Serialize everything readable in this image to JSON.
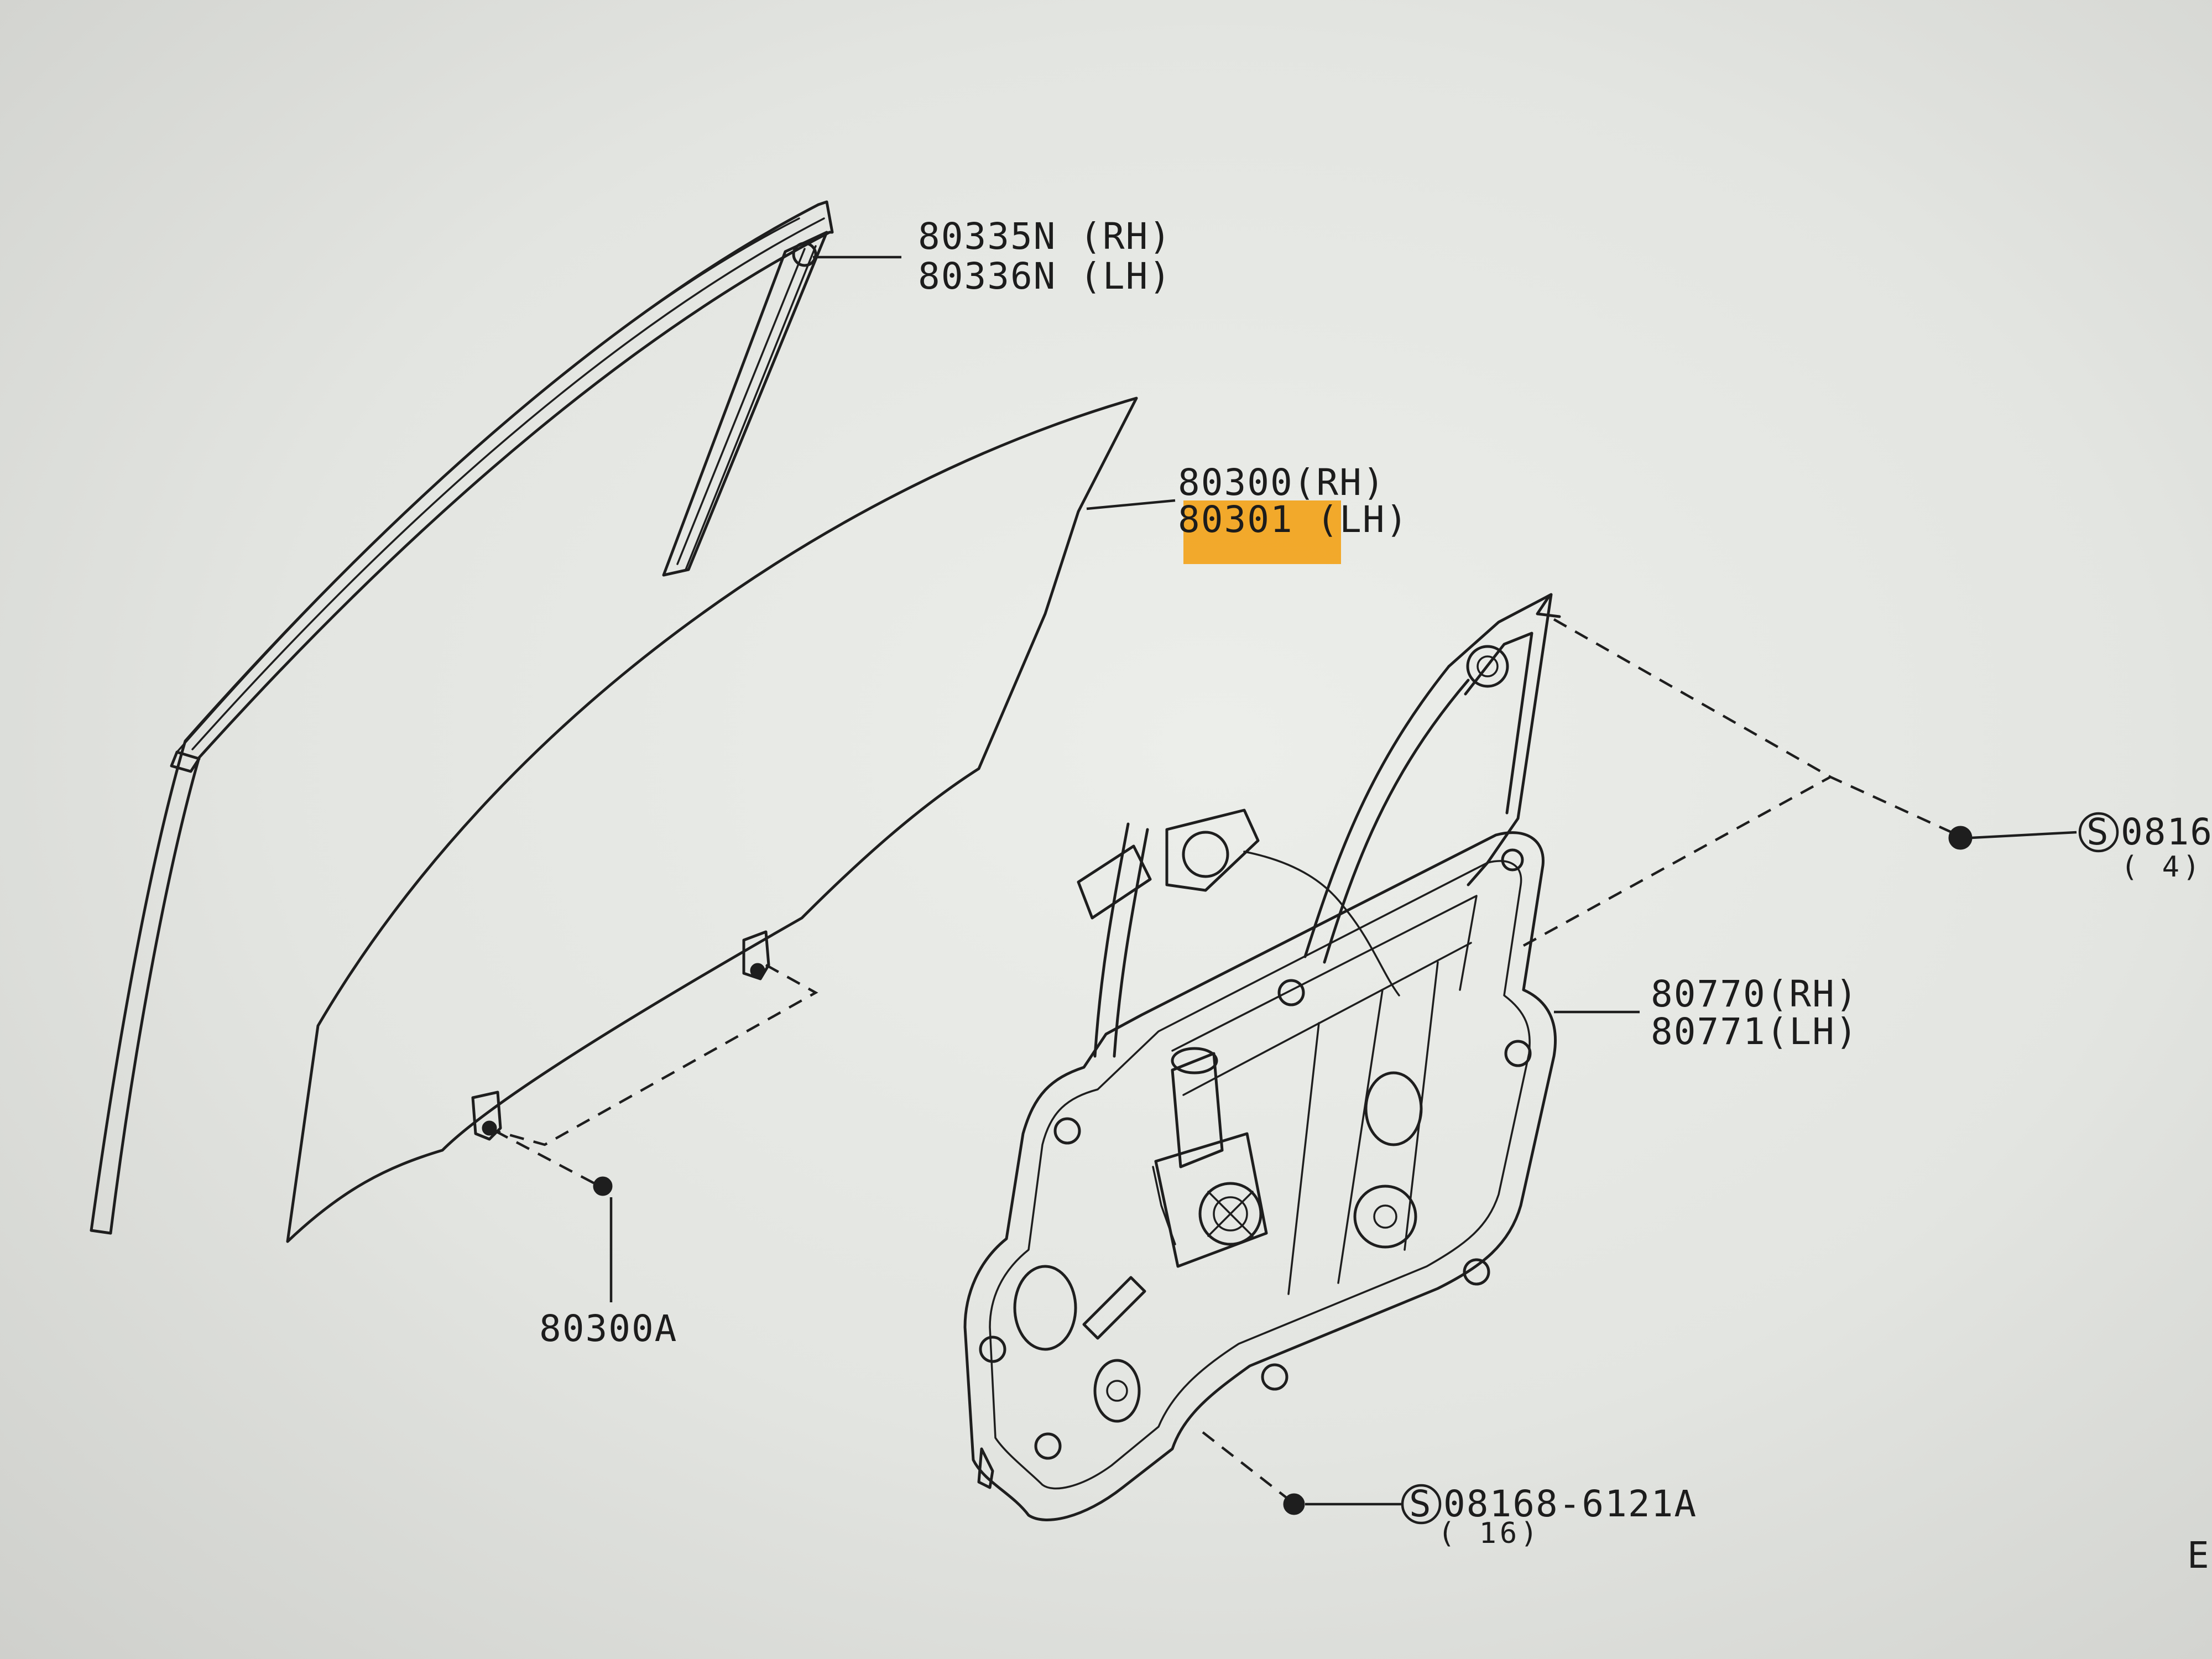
{
  "diagram": {
    "highlight_color": "#f2a31b",
    "labels": {
      "corner_seal_rh": "80335N (RH)",
      "corner_seal_lh": "80336N (LH)",
      "glass_rh": "80300(RH)",
      "glass_lh": "80301 (LH)",
      "glass_bolt": "80300A",
      "regulator_rh": "80770(RH)",
      "regulator_lh": "80771(LH)",
      "screw_upper_prefix": "S",
      "screw_upper_number": "0816",
      "screw_upper_qty": "( 4)",
      "screw_lower_prefix": "S",
      "screw_lower_number": "08168-6121A",
      "screw_lower_qty": "( 16)",
      "edge_letter": "E"
    }
  }
}
